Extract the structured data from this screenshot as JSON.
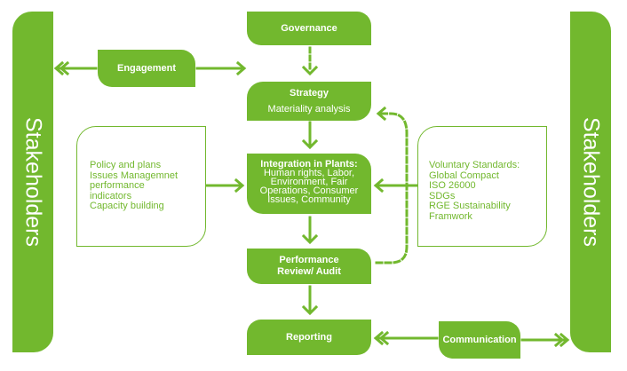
{
  "stakeholders_left": "Stakeholders",
  "stakeholders_right": "Stakeholders",
  "governance": "Governance",
  "engagement": "Engagement",
  "strategy": {
    "title": "Strategy",
    "subtitle": "Materiality analysis"
  },
  "integration": {
    "title": "Integration in Plants:",
    "lines": [
      "Human rights, Labor,",
      "Environment, Fair",
      "Operations, Consumer",
      "Issues, Community"
    ]
  },
  "performance": {
    "line1": "Performance",
    "line2": "Review/ Audit"
  },
  "reporting": "Reporting",
  "communication": "Communication",
  "left_panel": [
    "Policy and plans",
    "Issues Managemnet",
    "performance",
    "indicators",
    "Capacity building"
  ],
  "right_panel": [
    "Voluntary  Standards:",
    "Global Compact",
    "ISO 26000",
    "SDGs",
    "RGE Sustainability",
    "Framwork"
  ],
  "colors": {
    "green": "#72b82e",
    "white": "#ffffff"
  }
}
